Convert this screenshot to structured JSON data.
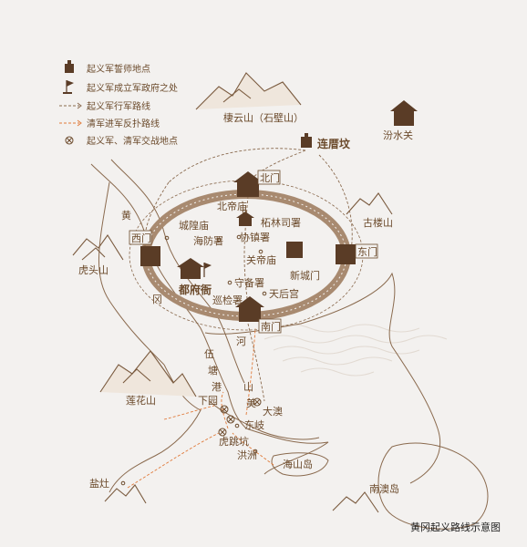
{
  "legend": {
    "hq": "起义军誓师地点",
    "govt": "起义军成立军政府之处",
    "rebel_route": "起义军行军路线",
    "qing_route": "清军进军反扑路线",
    "battle": "起义军、清军交战地点"
  },
  "mountains": {
    "qiyun": "棲云山（石壁山）",
    "gulou": "古楼山",
    "hutou": "虎头山",
    "lianhua": "莲花山"
  },
  "places": {
    "fenshuiguan": "汾水关",
    "lianshuofen": "连厝坟",
    "beidiemiao": "北帝庙",
    "chenghuangmiao": "城隍庙",
    "haifangshu": "海防署",
    "bailinsi": "柘林司署",
    "xiezhenshu": "协镇署",
    "guandimiao": "关帝庙",
    "xinchengmen": "新城门",
    "dufuya": "都府衙",
    "shoubeishu": "守备署",
    "tianhougong": "天后宫",
    "xunjianshu": "巡检署",
    "dao": "大澳",
    "dongqi": "东岐",
    "hutiaokeng": "虎跳坑",
    "hongzhou": "洪洲",
    "yanzao": "盐灶",
    "haishandao": "海山岛",
    "nanaodao": "南澳岛"
  },
  "gates": {
    "north": "北门",
    "west": "西门",
    "east": "东门",
    "south": "南门"
  },
  "waterways": {
    "huang": "黄",
    "gang": "冈",
    "he": "河",
    "wutang": [
      "伍",
      "塘",
      "港"
    ],
    "shanmei": [
      "山",
      "美"
    ],
    "xiawei": "下园"
  },
  "title": "黄冈起义路线示意图"
}
